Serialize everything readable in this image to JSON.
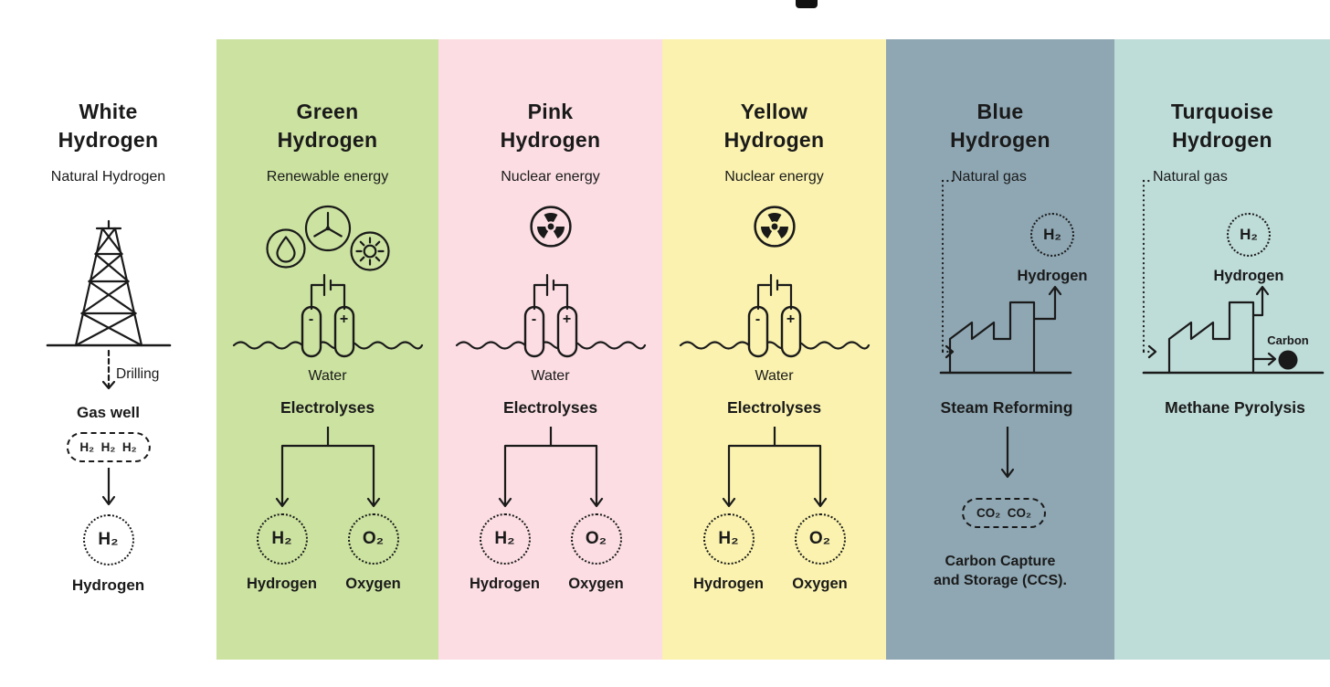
{
  "white": {
    "bg": "#ffffff",
    "title_l1": "White",
    "title_l2": "Hydrogen",
    "subtitle": "Natural Hydrogen",
    "drilling": "Drilling",
    "gas_well": "Gas well",
    "gas_well_pill": "H₂  H₂  H₂",
    "product": "H₂",
    "product_label": "Hydrogen"
  },
  "electrolyser": {
    "minus": "-",
    "plus": "+"
  },
  "green": {
    "bg": "#cbe2a0",
    "title_l1": "Green",
    "title_l2": "Hydrogen",
    "subtitle": "Renewable energy",
    "water": "Water",
    "process": "Electrolyses",
    "p1": "H₂",
    "p1_label": "Hydrogen",
    "p2": "O₂",
    "p2_label": "Oxygen"
  },
  "pink": {
    "bg": "#fbdde3",
    "title_l1": "Pink",
    "title_l2": "Hydrogen",
    "subtitle": "Nuclear energy",
    "water": "Water",
    "process": "Electrolyses",
    "p1": "H₂",
    "p1_label": "Hydrogen",
    "p2": "O₂",
    "p2_label": "Oxygen"
  },
  "yellow": {
    "bg": "#faf2ae",
    "title_l1": "Yellow",
    "title_l2": "Hydrogen",
    "subtitle": "Nuclear energy",
    "water": "Water",
    "process": "Electrolyses",
    "p1": "H₂",
    "p1_label": "Hydrogen",
    "p2": "O₂",
    "p2_label": "Oxygen"
  },
  "blue": {
    "bg": "#8ea7b3",
    "title_l1": "Blue",
    "title_l2": "Hydrogen",
    "subtitle": "Natural gas",
    "h2": "H₂",
    "h2_label": "Hydrogen",
    "process": "Steam Reforming",
    "co2_pill": "CO₂  CO₂",
    "ccs_l1": "Carbon Capture",
    "ccs_l2": "and Storage (CCS)."
  },
  "turquoise": {
    "bg": "#bedcd8",
    "title_l1": "Turquoise",
    "title_l2": "Hydrogen",
    "subtitle": "Natural gas",
    "h2": "H₂",
    "h2_label": "Hydrogen",
    "carbon": "Carbon",
    "process": "Methane Pyrolysis"
  }
}
